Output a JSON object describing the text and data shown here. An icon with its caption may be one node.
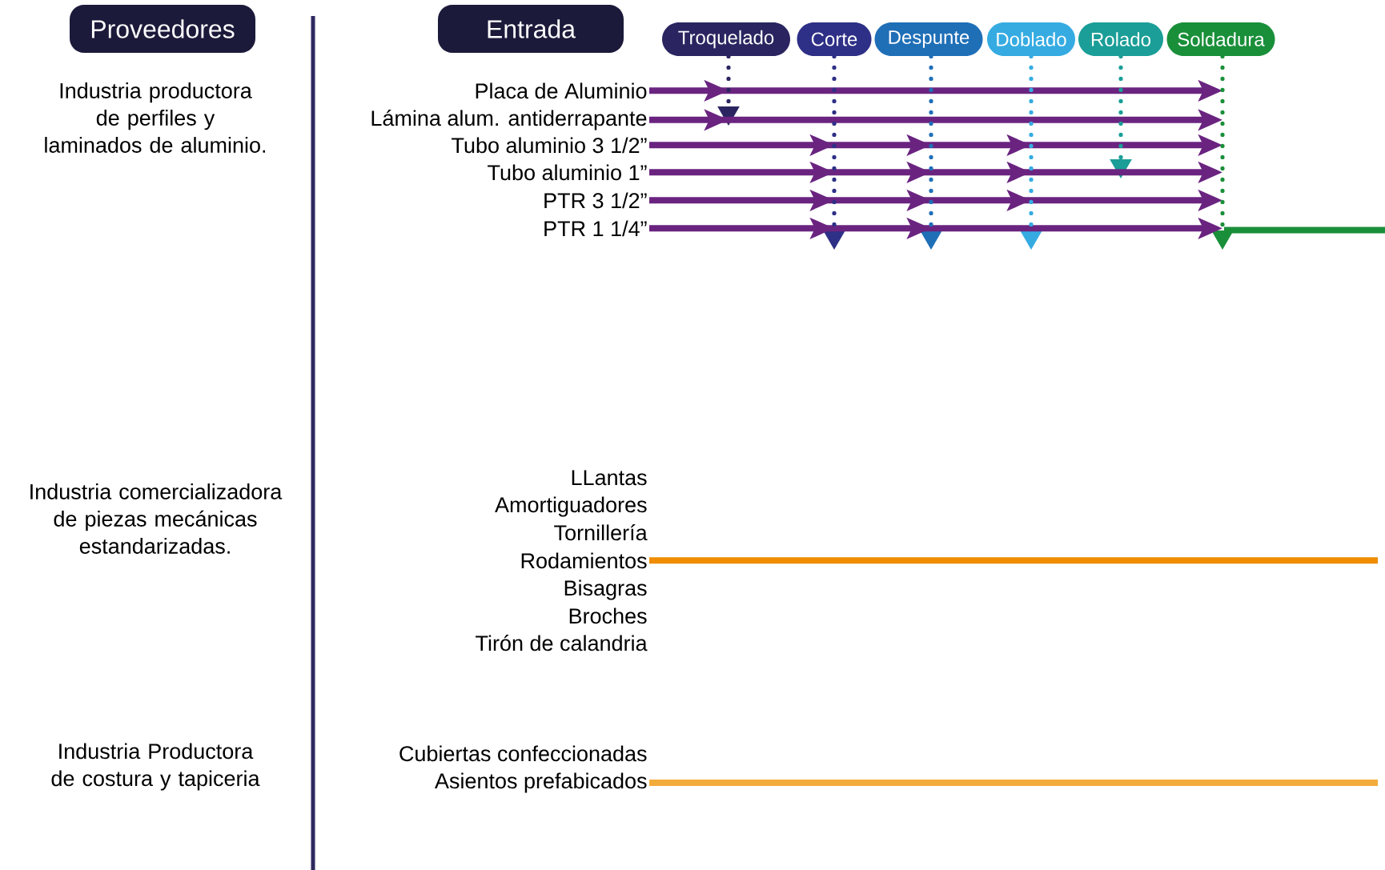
{
  "diagram": {
    "nodes": [
      {
        "text": [
          "Proveedores"
        ]
      },
      {
        "text": [
          "Entrada"
        ]
      },
      {
        "text": [
          "Troquelado"
        ]
      },
      {
        "text": [
          "Corte"
        ]
      },
      {
        "text": [
          "Despunte"
        ]
      },
      {
        "text": [
          "Doblado"
        ]
      },
      {
        "text": [
          "Rolado"
        ]
      },
      {
        "text": [
          "Soldadura"
        ]
      },
      {
        "text": [
          "Industria productora de perfiles y laminados de aluminio."
        ]
      },
      {
        "text": [
          "Industria comercializadora de piezas mecánicas estandarizadas."
        ]
      },
      {
        "text": [
          "Industria Productora de costura y tapiceria"
        ]
      },
      {
        "text": [
          "Placa de Aluminio"
        ]
      },
      {
        "text": [
          "Lámina alum. antiderrapante"
        ]
      },
      {
        "text": [
          "Tubo aluminio 3 1/2”"
        ]
      },
      {
        "text": [
          "Tubo aluminio 1”"
        ]
      },
      {
        "text": [
          "PTR 3 1/2”"
        ]
      },
      {
        "text": [
          "PTR 1 1/4”"
        ]
      },
      {
        "text": [
          "LLantas"
        ]
      },
      {
        "text": [
          "Amortiguadores"
        ]
      },
      {
        "text": [
          "Tornillería"
        ]
      },
      {
        "text": [
          "Rodamientos"
        ]
      },
      {
        "text": [
          "Bisagras"
        ]
      },
      {
        "text": [
          "Broches"
        ]
      },
      {
        "text": [
          "Tirón de calandria"
        ]
      },
      {
        "text": [
          "Cubiertas confeccionadas"
        ]
      },
      {
        "text": [
          "Asientos prefabicados"
        ]
      },
      {
        "text": [],
        "shape": "triangle"
      },
      {
        "text": [],
        "shape": "triangle"
      },
      {
        "text": [],
        "shape": "triangle"
      },
      {
        "text": [],
        "shape": "triangle"
      },
      {
        "text": [],
        "shape": "triangle"
      },
      {
        "text": [],
        "shape": "triangle"
      }
    ],
    "edges": [
      {
        "from": 11,
        "to": null,
        "arrow": "to"
      },
      {
        "from": 12,
        "to": null,
        "arrow": "to"
      },
      {
        "from": 13,
        "to": null,
        "arrow": "to"
      },
      {
        "from": 14,
        "to": null,
        "arrow": "to"
      },
      {
        "from": 15,
        "to": null,
        "arrow": "to"
      },
      {
        "from": 16,
        "to": 31,
        "arrow": "to"
      },
      {
        "from": 2,
        "to": 26,
        "arrow": "none",
        "style": "dashed",
        "color": "#2a2560"
      },
      {
        "from": 3,
        "to": 27,
        "arrow": "none",
        "style": "dashed",
        "color": "#2e2f86"
      },
      {
        "from": 4,
        "to": 28,
        "arrow": "none",
        "style": "dashed",
        "color": "#1f6fb7"
      },
      {
        "from": 5,
        "to": 29,
        "arrow": "none",
        "style": "dashed",
        "color": "#35abe2"
      },
      {
        "from": 6,
        "to": 30,
        "arrow": "none",
        "style": "dashed",
        "color": "#1a9e97"
      },
      {
        "from": 7,
        "to": 31,
        "arrow": "none",
        "style": "dashed",
        "color": "#1a8f3a"
      },
      {
        "from": 31,
        "to": null,
        "arrow": "none",
        "color": "#1a8f3a"
      },
      {
        "from": 20,
        "to": null,
        "arrow": "none",
        "color": "#ef8c00"
      },
      {
        "from": 25,
        "to": null,
        "arrow": "none",
        "color": "#f2ac3c"
      }
    ]
  }
}
